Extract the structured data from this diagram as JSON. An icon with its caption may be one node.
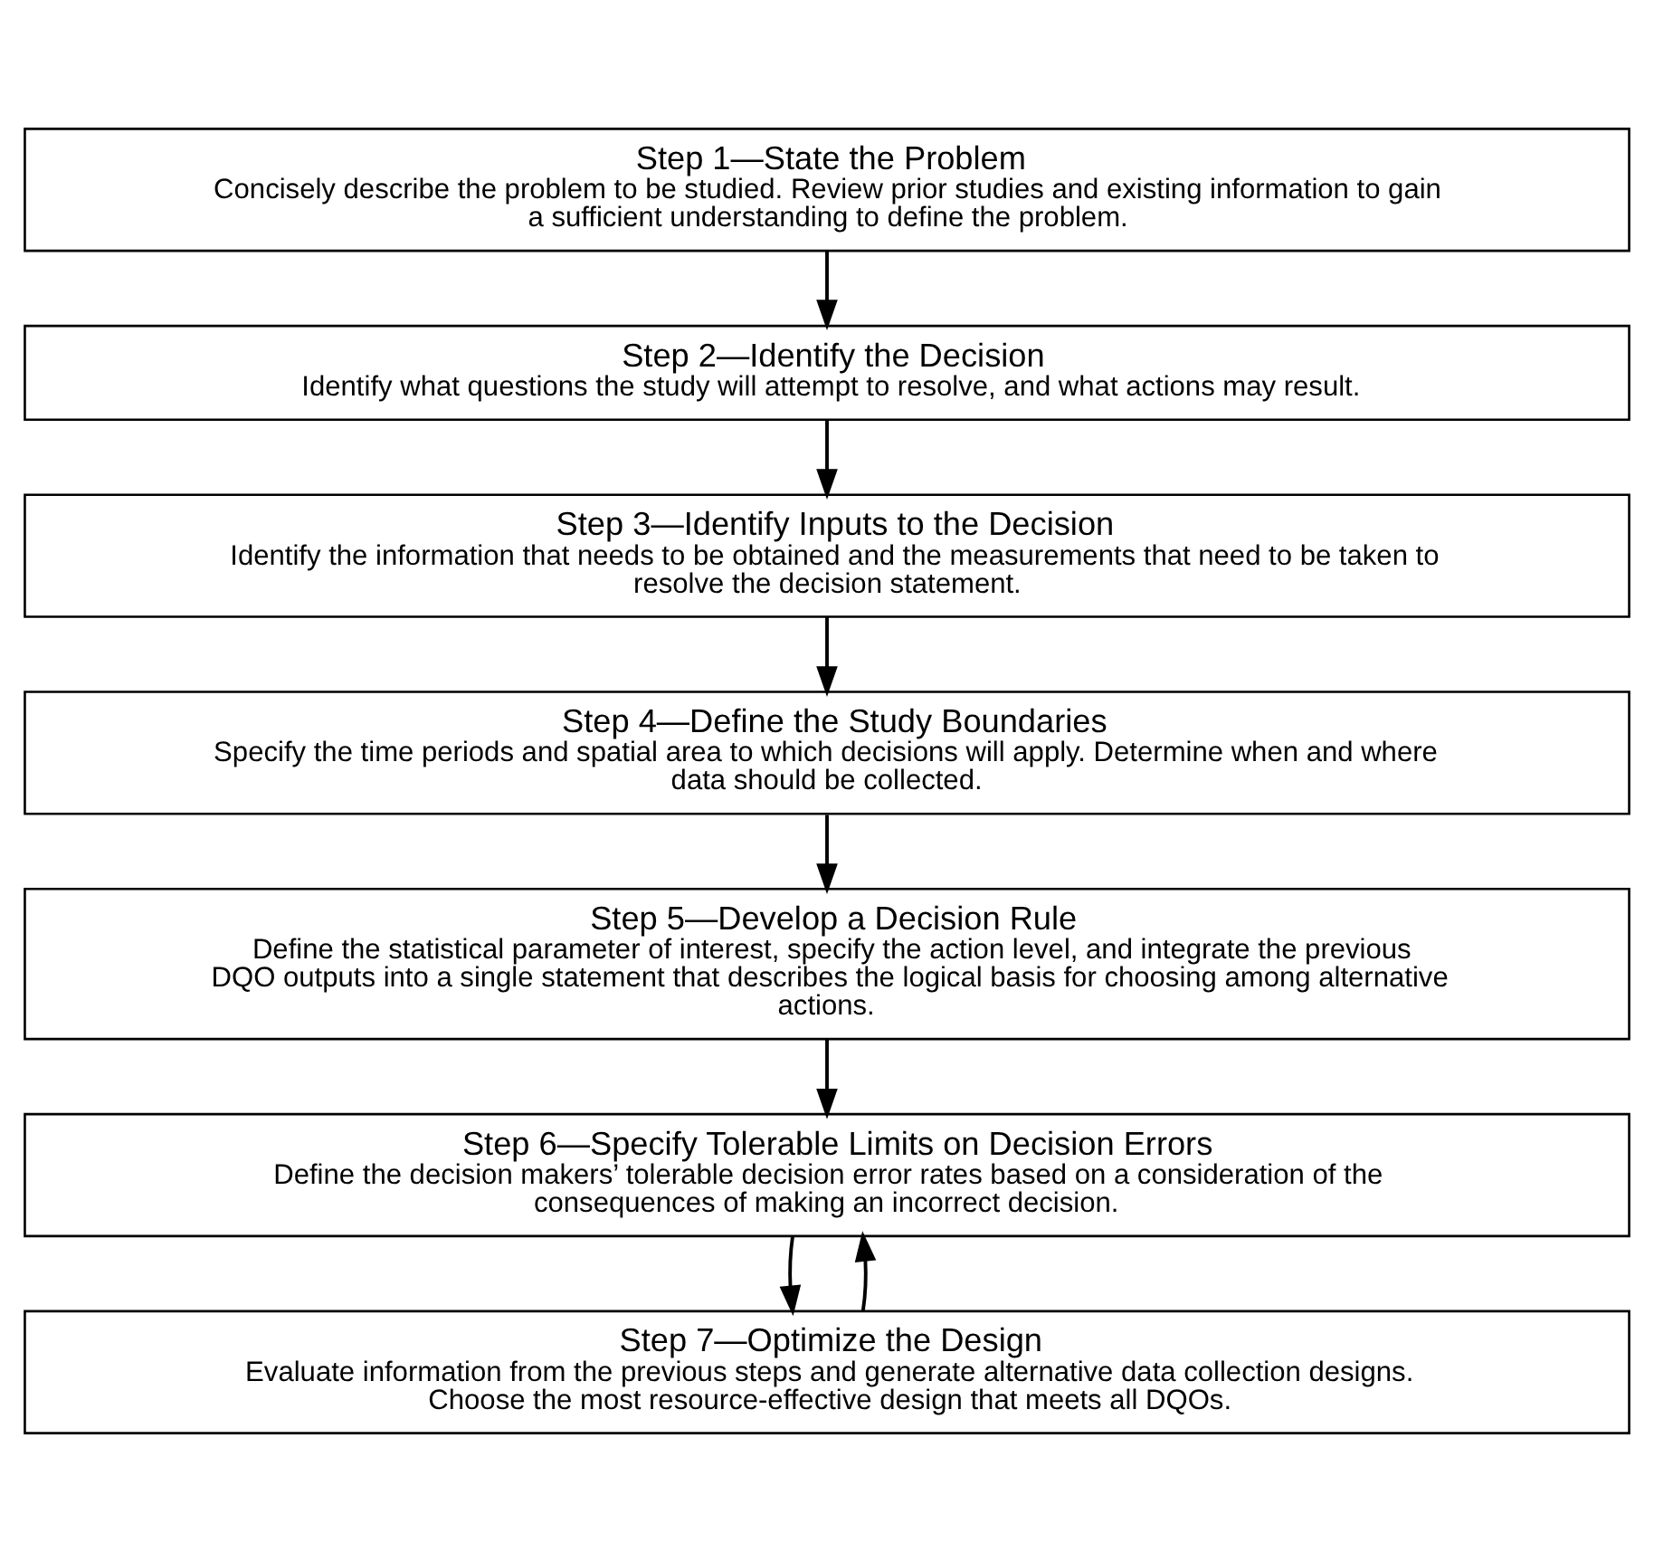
{
  "diagram": {
    "nodes": [
      {
        "text": [
          "Step 1—State the Problem",
          "Concisely describe the problem to be studied. Review prior studies and existing information to gain a sufficient understanding to define the problem."
        ]
      },
      {
        "text": [
          "Step 2—Identify the Decision",
          "Identify what questions the study will attempt to resolve, and what actions may result."
        ]
      },
      {
        "text": [
          "Step 3—Identify Inputs to the Decision",
          "Identify the information that needs to be obtained and the measurements that need to be taken to resolve the decision statement."
        ]
      },
      {
        "text": [
          "Step 4—Define the Study Boundaries",
          "Specify the time periods and spatial area to which decisions will apply. Determine when and where data should be collected."
        ]
      },
      {
        "text": [
          "Step 5—Develop a Decision Rule",
          "Define the statistical parameter of interest, specify the action level, and integrate the previous DQO outputs into a single statement that describes the logical basis for choosing among alternative actions."
        ]
      },
      {
        "text": [
          "Step 6—Specify Tolerable Limits on Decision Errors",
          "Define the decision makers’ tolerable decision error rates based on a consideration of the consequences of making an incorrect decision."
        ]
      },
      {
        "text": [
          "Step 7—Optimize the Design",
          "Evaluate information from the previous steps and generate alternative data collection designs. Choose the most resource-effective design that meets all DQOs."
        ]
      }
    ],
    "edges": [
      {
        "from": 0,
        "to": 1,
        "arrow": "to"
      },
      {
        "from": 1,
        "to": 2,
        "arrow": "to"
      },
      {
        "from": 2,
        "to": 3,
        "arrow": "to"
      },
      {
        "from": 3,
        "to": 4,
        "arrow": "to"
      },
      {
        "from": 4,
        "to": 5,
        "arrow": "to"
      },
      {
        "from": 6,
        "to": 5,
        "arrow": "to"
      },
      {
        "from": 5,
        "to": 6,
        "arrow": "to"
      }
    ]
  }
}
